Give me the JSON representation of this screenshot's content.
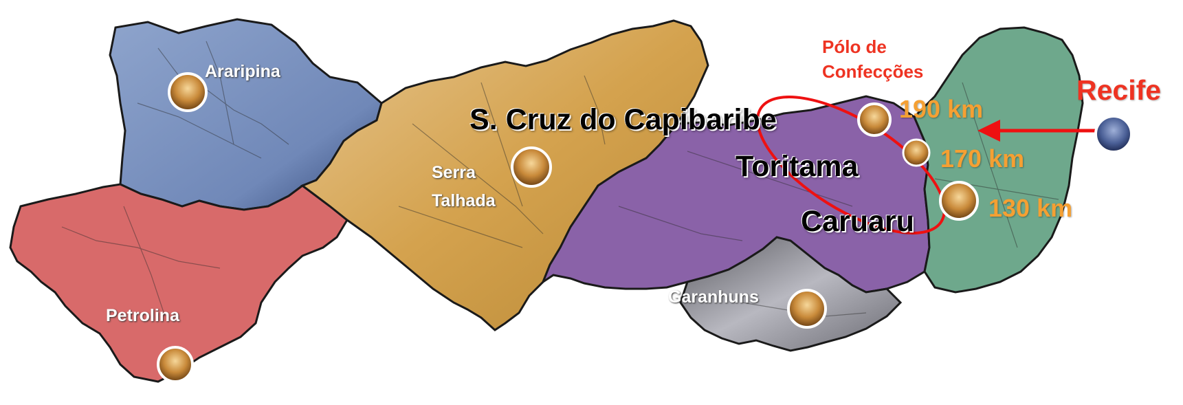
{
  "colors": {
    "araripina_region": "#8a9ec8",
    "petrolina_region": "#d86a6a",
    "serra_talhada_region": "#d4a24e",
    "agreste_region": "#8a62a8",
    "garanhuns_region": "#8c8c92",
    "mata_region": "#6ea88c",
    "accent_red": "#ee1111",
    "distance_orange": "#f5a033",
    "polo_label_orange": "#ee3322"
  },
  "labels": {
    "araripina": "Araripina",
    "petrolina": "Petrolina",
    "serra": "Serra",
    "talhada": "Talhada",
    "garanhuns": "Garanhuns",
    "santa_cruz": "S. Cruz do Capibaribe",
    "toritama": "Toritama",
    "caruaru": "Caruaru",
    "polo_line1": "Pólo de",
    "polo_line2": "Confecções",
    "recife": "Recife"
  },
  "distances": {
    "santa_cruz": "190 km",
    "toritama": "170 km",
    "caruaru": "130 km"
  },
  "icons": {
    "city_marker": "city-marker-icon",
    "capital_marker": "capital-marker-icon",
    "arrow": "arrow-left-icon"
  }
}
